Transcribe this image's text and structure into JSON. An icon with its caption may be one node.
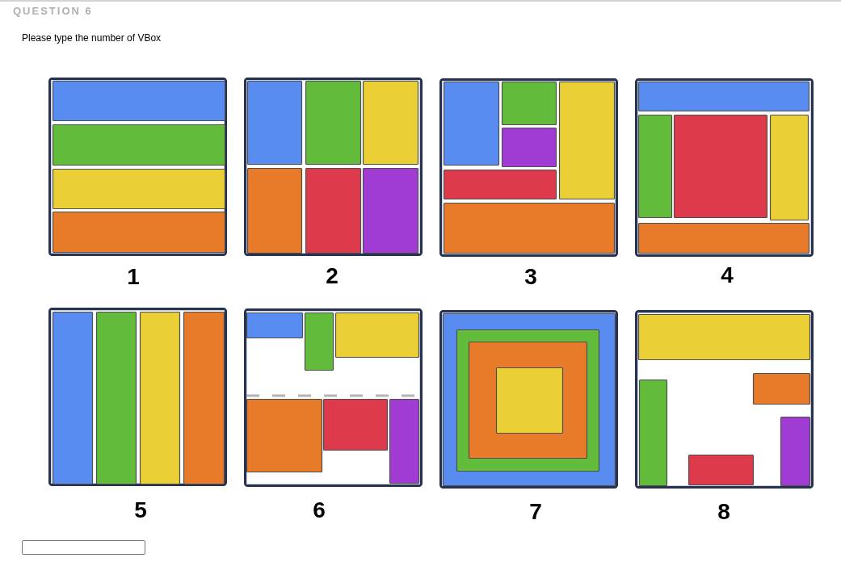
{
  "diagram": {
    "title": "QUESTION 6",
    "labels": [
      "Please type the number of VBox",
      "1",
      "2",
      "3",
      "4",
      "5",
      "6",
      "7",
      "8"
    ]
  }
}
